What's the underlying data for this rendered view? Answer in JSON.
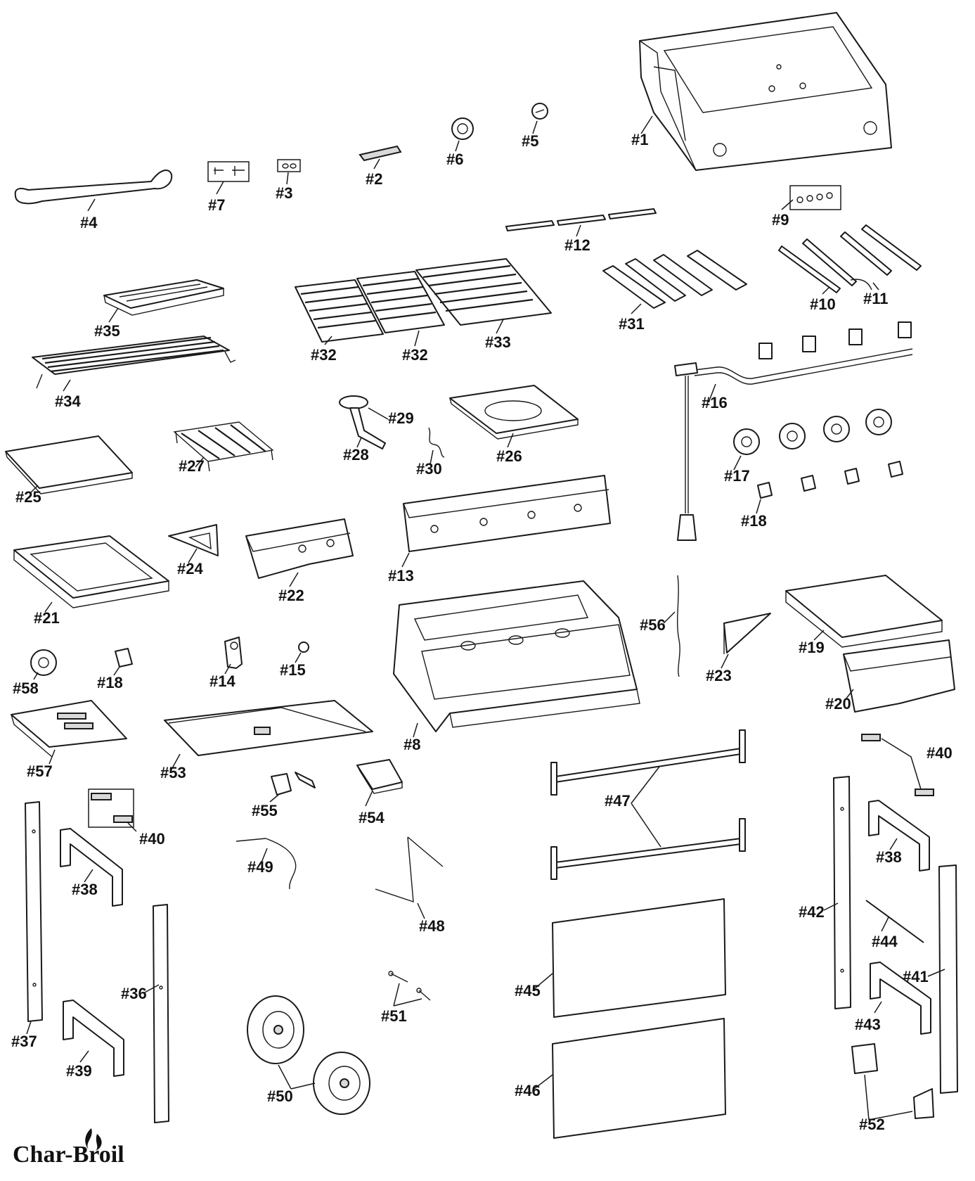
{
  "brand": {
    "name": "Char-Broil",
    "flame": "flame-icon"
  },
  "labels": {
    "p1": "#1",
    "p2": "#2",
    "p3": "#3",
    "p4": "#4",
    "p5": "#5",
    "p6": "#6",
    "p7": "#7",
    "p8": "#8",
    "p9": "#9",
    "p10": "#10",
    "p11": "#11",
    "p12": "#12",
    "p13": "#13",
    "p14": "#14",
    "p15": "#15",
    "p16": "#16",
    "p17": "#17",
    "p18a": "#18",
    "p18b": "#18",
    "p19": "#19",
    "p20": "#20",
    "p21": "#21",
    "p22": "#22",
    "p23": "#23",
    "p24": "#24",
    "p25": "#25",
    "p26": "#26",
    "p27": "#27",
    "p28": "#28",
    "p29": "#29",
    "p30": "#30",
    "p31": "#31",
    "p32a": "#32",
    "p32b": "#32",
    "p33": "#33",
    "p34": "#34",
    "p35": "#35",
    "p36": "#36",
    "p37": "#37",
    "p38a": "#38",
    "p38b": "#38",
    "p39": "#39",
    "p40a": "#40",
    "p40b": "#40",
    "p41": "#41",
    "p42": "#42",
    "p43": "#43",
    "p44": "#44",
    "p45": "#45",
    "p46": "#46",
    "p47": "#47",
    "p48": "#48",
    "p49": "#49",
    "p50": "#50",
    "p51": "#51",
    "p52": "#52",
    "p53": "#53",
    "p54": "#54",
    "p55": "#55",
    "p56": "#56",
    "p57": "#57",
    "p58": "#58"
  },
  "colors": {
    "line": "#1a1a1a",
    "background": "#ffffff"
  }
}
